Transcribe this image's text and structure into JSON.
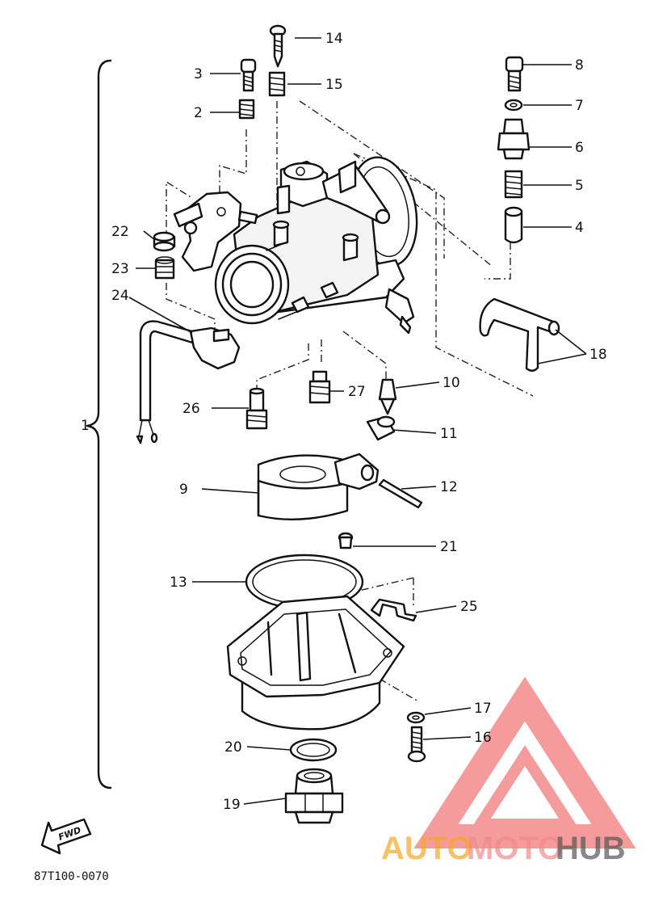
{
  "callouts": {
    "c1": "1",
    "c2": "2",
    "c3": "3",
    "c4": "4",
    "c5": "5",
    "c6": "6",
    "c7": "7",
    "c8": "8",
    "c9": "9",
    "c10": "10",
    "c11": "11",
    "c12": "12",
    "c13": "13",
    "c14": "14",
    "c15": "15",
    "c16": "16",
    "c17": "17",
    "c18": "18",
    "c19": "19",
    "c20": "20",
    "c21": "21",
    "c22": "22",
    "c23": "23",
    "c24": "24",
    "c25": "25",
    "c26": "26",
    "c27": "27"
  },
  "direction_label": "FWD",
  "diagram_code": "87T100-0070",
  "watermark": {
    "word_a": "AUTO",
    "word_b": "MOTO",
    "word_c": "HUB",
    "color_a": "#f5a623",
    "color_b": "#f08a8a",
    "color_c": "#555555",
    "logo_color": "#f27a7a"
  }
}
